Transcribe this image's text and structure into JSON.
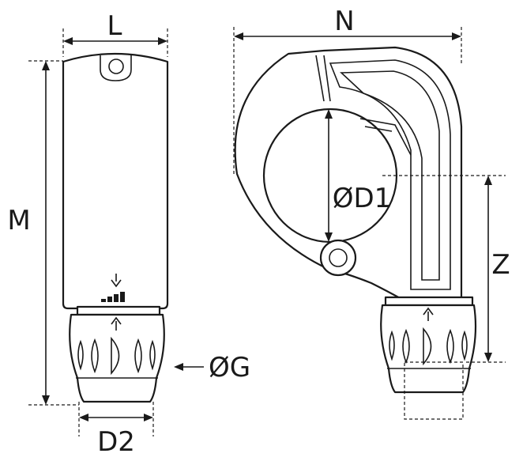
{
  "labels": {
    "L": "L",
    "M": "M",
    "N": "N",
    "D1": "ØD1",
    "Z": "Z",
    "G": "ØG",
    "D2": "D2"
  },
  "colors": {
    "line": "#1a1a1a",
    "background": "#ffffff"
  }
}
